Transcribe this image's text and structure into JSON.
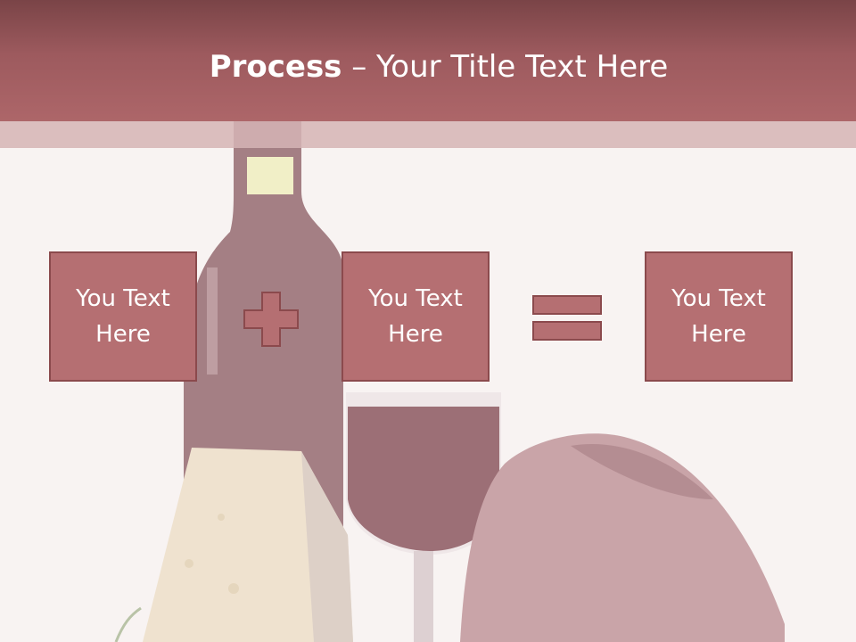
{
  "slide": {
    "title_bold": "Process",
    "title_rest": " – Your Title Text Here"
  },
  "process": {
    "boxes": [
      {
        "label": "You Text Here"
      },
      {
        "label": "You Text Here"
      },
      {
        "label": "You Text Here"
      }
    ],
    "operators": [
      "plus",
      "equals"
    ]
  },
  "colors": {
    "header": "#9d5a5e",
    "box_fill": "#b56f72",
    "box_border": "#8b4a4d",
    "background": "#f8f3f2"
  }
}
